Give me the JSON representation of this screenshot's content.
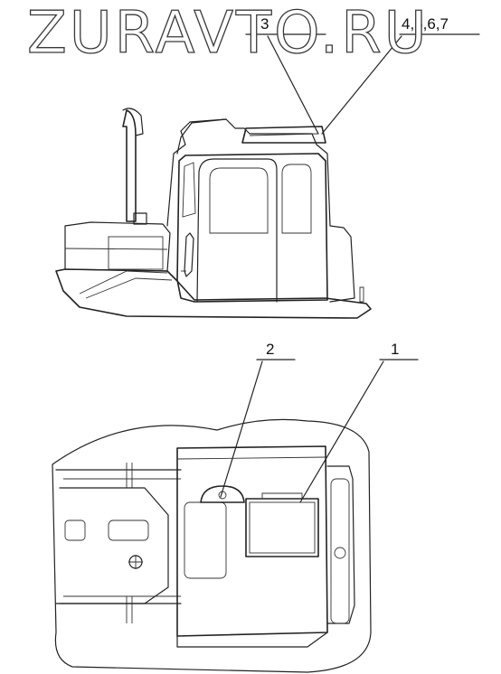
{
  "watermark": "ZURAVTO.RU",
  "callouts": {
    "c1": "1",
    "c2": "2",
    "c3": "3",
    "c4567": "4,5,6,7"
  },
  "colors": {
    "line": "#222222",
    "background": "#ffffff"
  }
}
